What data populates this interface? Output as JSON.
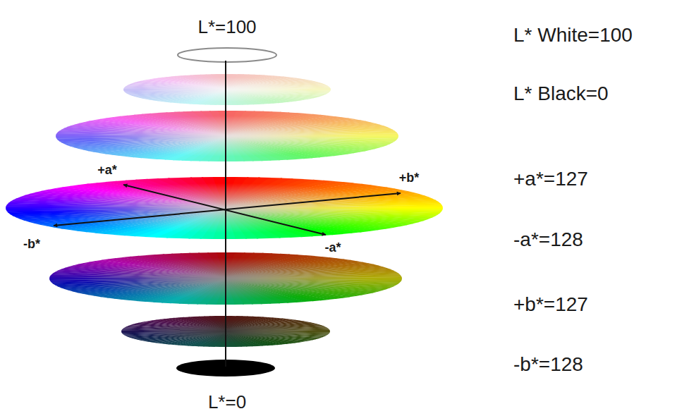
{
  "diagram": {
    "labels": [
      "L*=100",
      "L* White=100",
      "L* Black=0",
      "+a*",
      "+b*",
      "+a*=127",
      "-b*",
      "-a*",
      "-a*=128",
      "+b*=127",
      "-b*=128",
      "L*=0"
    ]
  }
}
